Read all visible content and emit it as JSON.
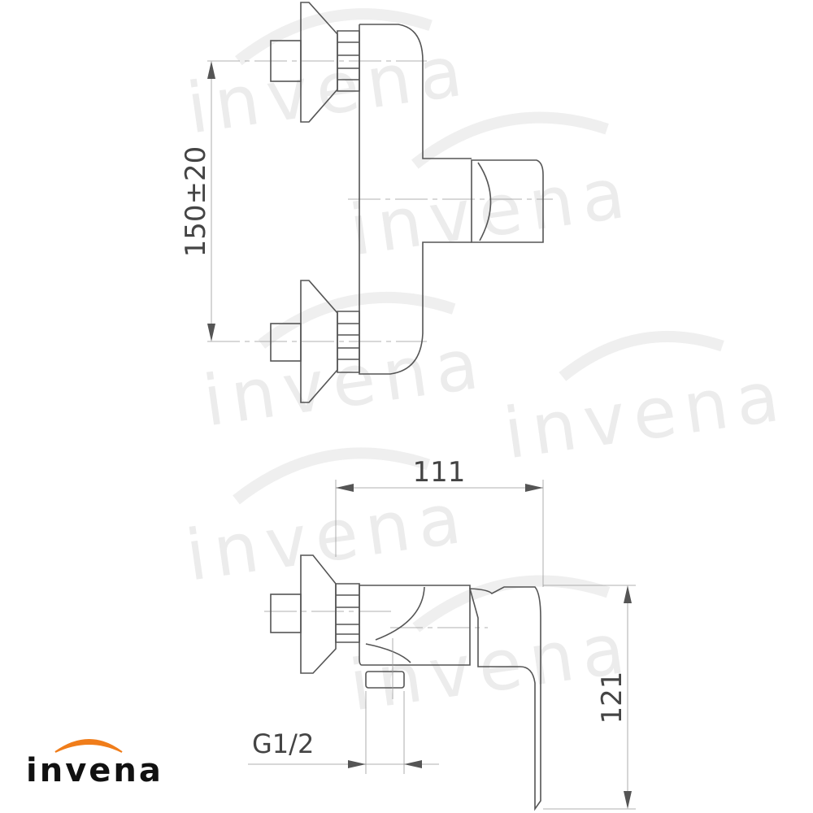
{
  "brand": {
    "logo_text": "invena",
    "accent_color": "#f07d1a",
    "watermark_text": "invena"
  },
  "dimensions": {
    "inlet_spacing": "150±20",
    "depth": "111",
    "height": "121",
    "outlet_thread": "G1/2"
  }
}
